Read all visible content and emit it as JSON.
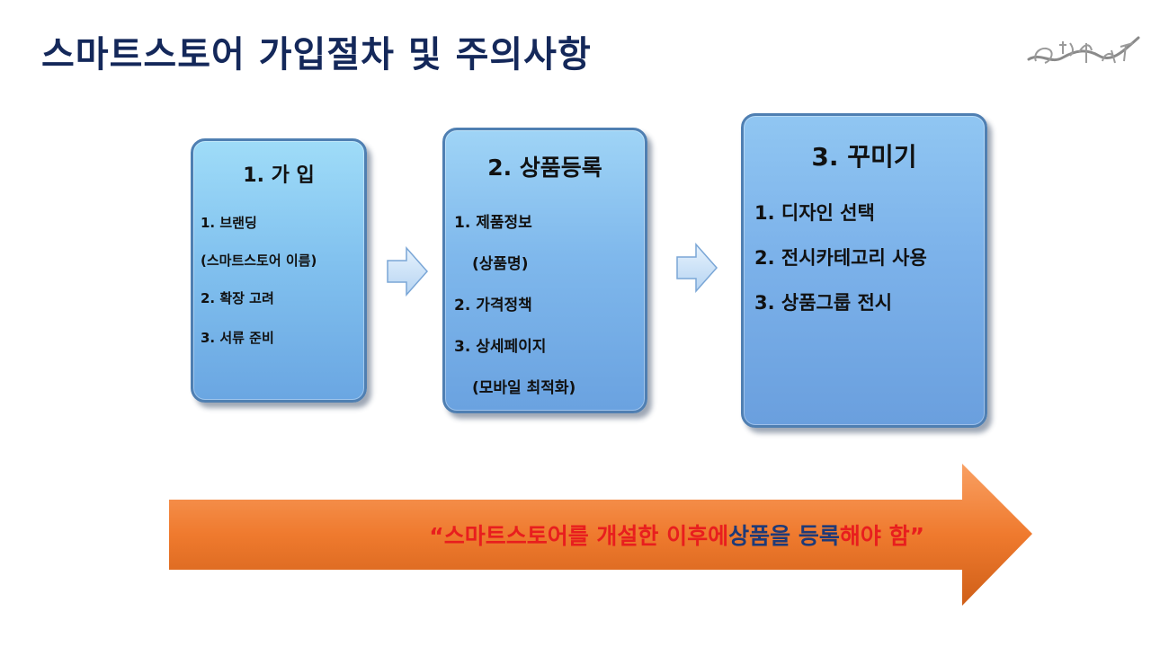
{
  "title": "스마트스토어 가입절차 및 주의사항",
  "steps": [
    {
      "title": "1. 가 입",
      "items": [
        "1. 브랜딩",
        "(스마트스토어 이름)",
        "2. 확장 고려",
        "3. 서류 준비"
      ]
    },
    {
      "title": "2. 상품등록",
      "items": [
        "1. 제품정보",
        "(상품명)",
        "2. 가격정책",
        "3. 상세페이지",
        "(모바일 최적화)"
      ]
    },
    {
      "title": "3. 꾸미기",
      "items": [
        "1. 디자인 선택",
        "2. 전시카테고리 사용",
        "3. 상품그룹 전시"
      ]
    }
  ],
  "banner": {
    "part1": "“스마트스토어를 개설한 이후에 ",
    "part2": "상품을 등록",
    "part3": "해야 함”"
  },
  "colors": {
    "title": "#14285a",
    "banner_text": "#e81e1e",
    "banner_highlight": "#1e3a78",
    "arrow_orange": "#ee7b30",
    "box_blue": "#7cb2ea"
  },
  "icons": {
    "logo": "handwritten-signature-logo",
    "flow": "right-arrow-icon",
    "progress": "big-orange-arrow"
  }
}
